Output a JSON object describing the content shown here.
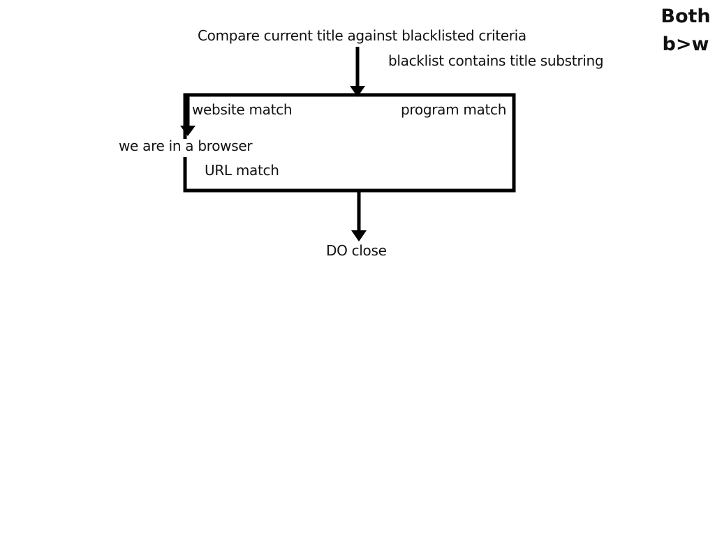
{
  "diagram": {
    "top_label": "Compare current title against blacklisted criteria",
    "condition_label": "blacklist contains title substring",
    "website_match": "website match",
    "program_match": "program match",
    "browser_label": "we are in a browser",
    "url_match": "URL match",
    "result_label": "DO close"
  },
  "corner_note": {
    "line1": "Both",
    "line2": "b>w"
  }
}
